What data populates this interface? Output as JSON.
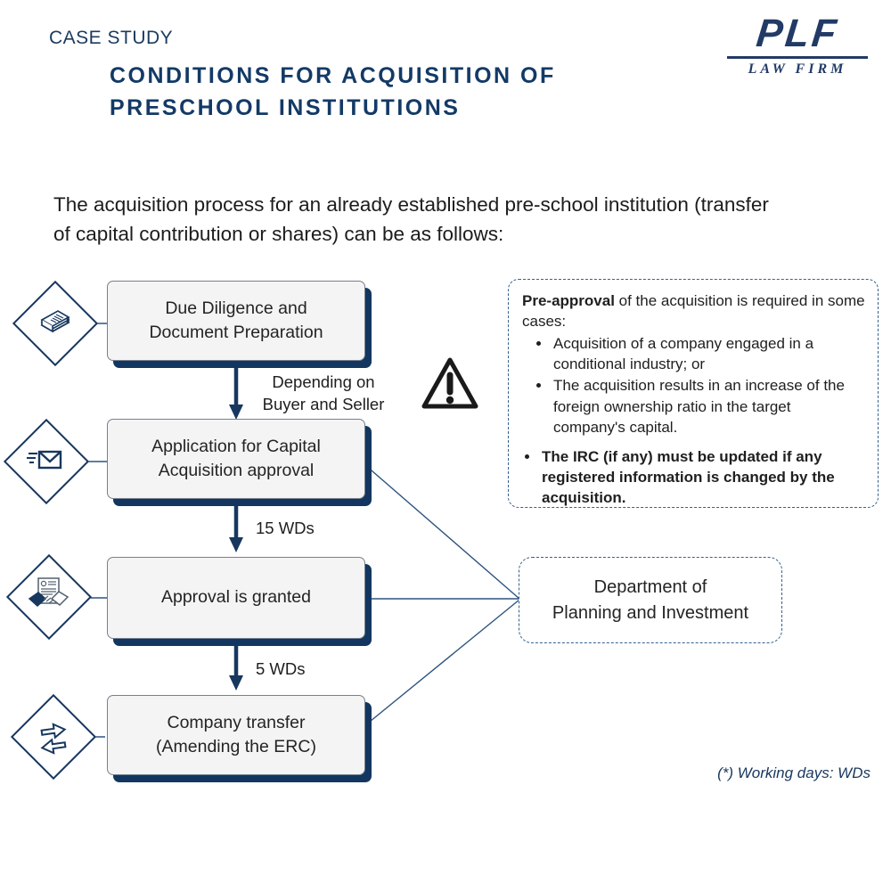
{
  "header": {
    "eyebrow": "CASE STUDY",
    "title_line1": "CONDITIONS FOR ACQUISITION OF",
    "title_line2": "PRESCHOOL INSTITUTIONS",
    "logo": {
      "name": "PLF",
      "subtitle": "LAW FIRM"
    }
  },
  "intro": {
    "line1": "The acquisition process for an already established pre-school institution (transfer",
    "line2": "of capital contribution or shares) can be as follows:"
  },
  "flow": {
    "steps": [
      {
        "icon": "documents-stack-icon",
        "lines": [
          "Due Diligence and",
          "Document Preparation"
        ]
      },
      {
        "icon": "send-mail-icon",
        "lines": [
          "Application for Capital",
          "Acquisition approval"
        ]
      },
      {
        "icon": "handshake-contract-icon",
        "lines": [
          "Approval is granted"
        ]
      },
      {
        "icon": "transfer-arrows-icon",
        "lines": [
          "Company transfer",
          "(Amending the ERC)"
        ]
      }
    ],
    "edge_labels": {
      "step1_to_step2": [
        "Depending on",
        "Buyer and Seller"
      ],
      "step2_to_step3": "15 WDs",
      "step3_to_step4": "5 WDs"
    },
    "warning_icon": "warning-triangle-icon"
  },
  "note_box": {
    "lead_bold": "Pre-approval",
    "lead_rest": " of the acquisition is required in some cases:",
    "bullets": [
      "Acquisition of a company engaged in a conditional industry; or",
      "The acquisition results in an increase of the foreign ownership ratio in the target company's capital."
    ],
    "emphasis_bullet": "The IRC (if any) must be updated if any registered information is changed by the acquisition."
  },
  "department_box": {
    "line1": "Department of",
    "line2": "Planning and Investment"
  },
  "footnote": "(*) Working days: WDs",
  "colors": {
    "navy": "#17375E",
    "shadow_navy": "#12365F",
    "title_navy": "#133A66",
    "box_fill": "#F4F4F4",
    "dashed_border": "#35608F",
    "warning_black": "#1A1A1A"
  }
}
